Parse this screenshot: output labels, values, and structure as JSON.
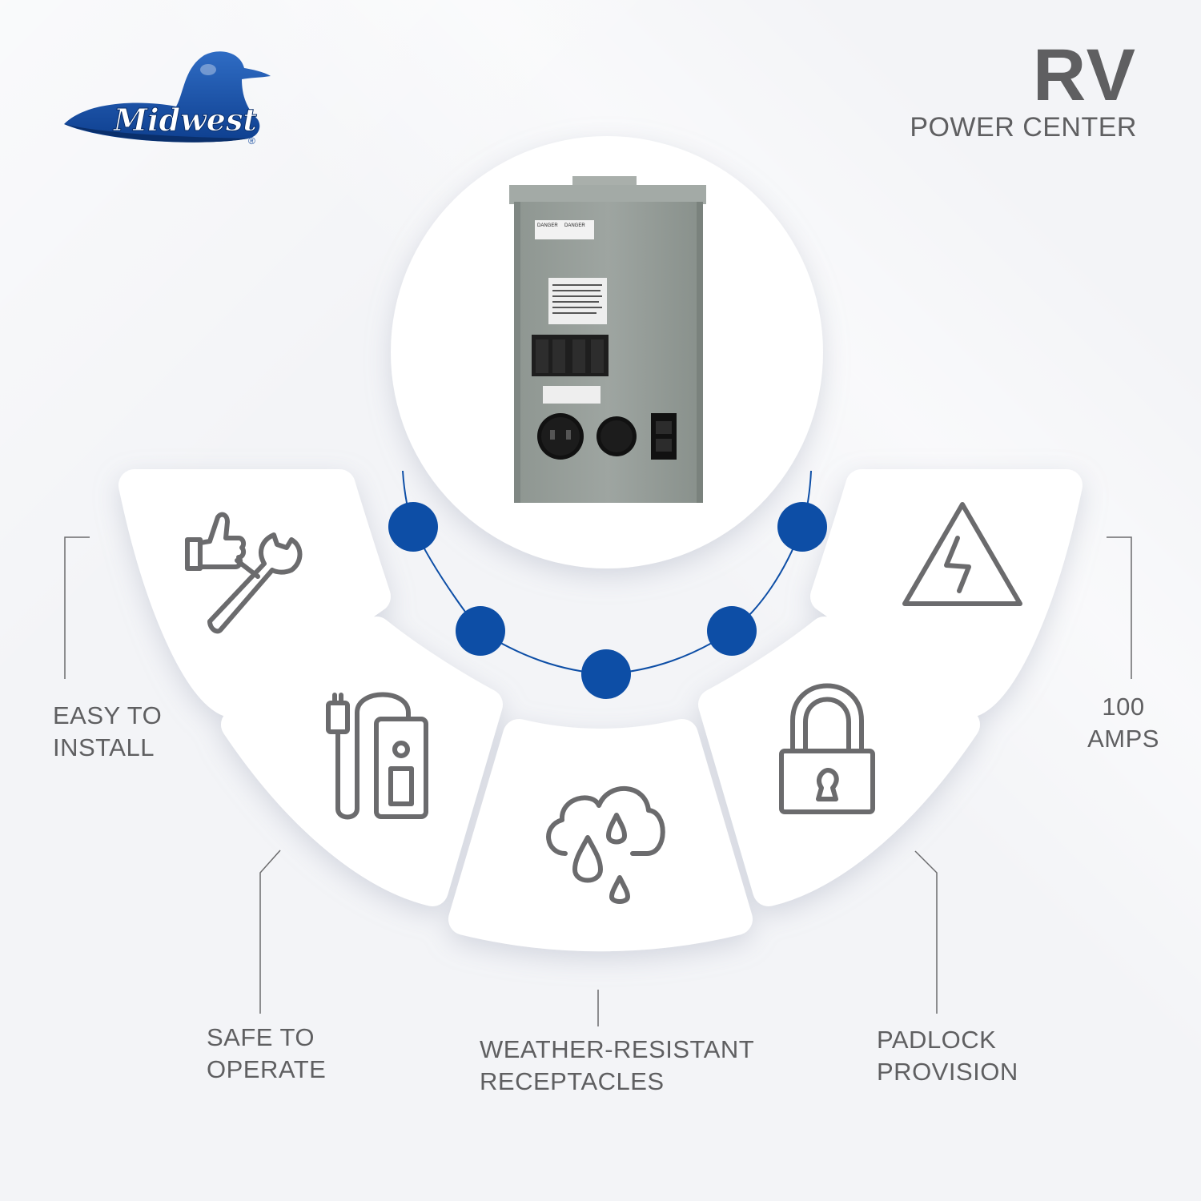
{
  "brand": {
    "logo_text": "Midwest",
    "registered": "®",
    "logo_color": "#1a4fa0"
  },
  "title": {
    "main": "RV",
    "sub": "POWER CENTER"
  },
  "accent_color": "#0d4ea6",
  "product": {
    "name": "rv-power-center-enclosure",
    "labels": [
      "DANGER",
      "DANGER"
    ]
  },
  "features": [
    {
      "id": "easy-install",
      "icon": "thumbs-up-wrench-icon",
      "line1": "EASY TO",
      "line2": "INSTALL"
    },
    {
      "id": "safe-operate",
      "icon": "plug-cord-icon",
      "line1": "SAFE TO",
      "line2": "OPERATE"
    },
    {
      "id": "weather-resistant",
      "icon": "rain-cloud-icon",
      "line1": "WEATHER-RESISTANT",
      "line2": "RECEPTACLES"
    },
    {
      "id": "padlock",
      "icon": "padlock-icon",
      "line1": "PADLOCK",
      "line2": "PROVISION"
    },
    {
      "id": "amps",
      "icon": "high-voltage-icon",
      "line1": "100",
      "line2": "AMPS"
    }
  ]
}
